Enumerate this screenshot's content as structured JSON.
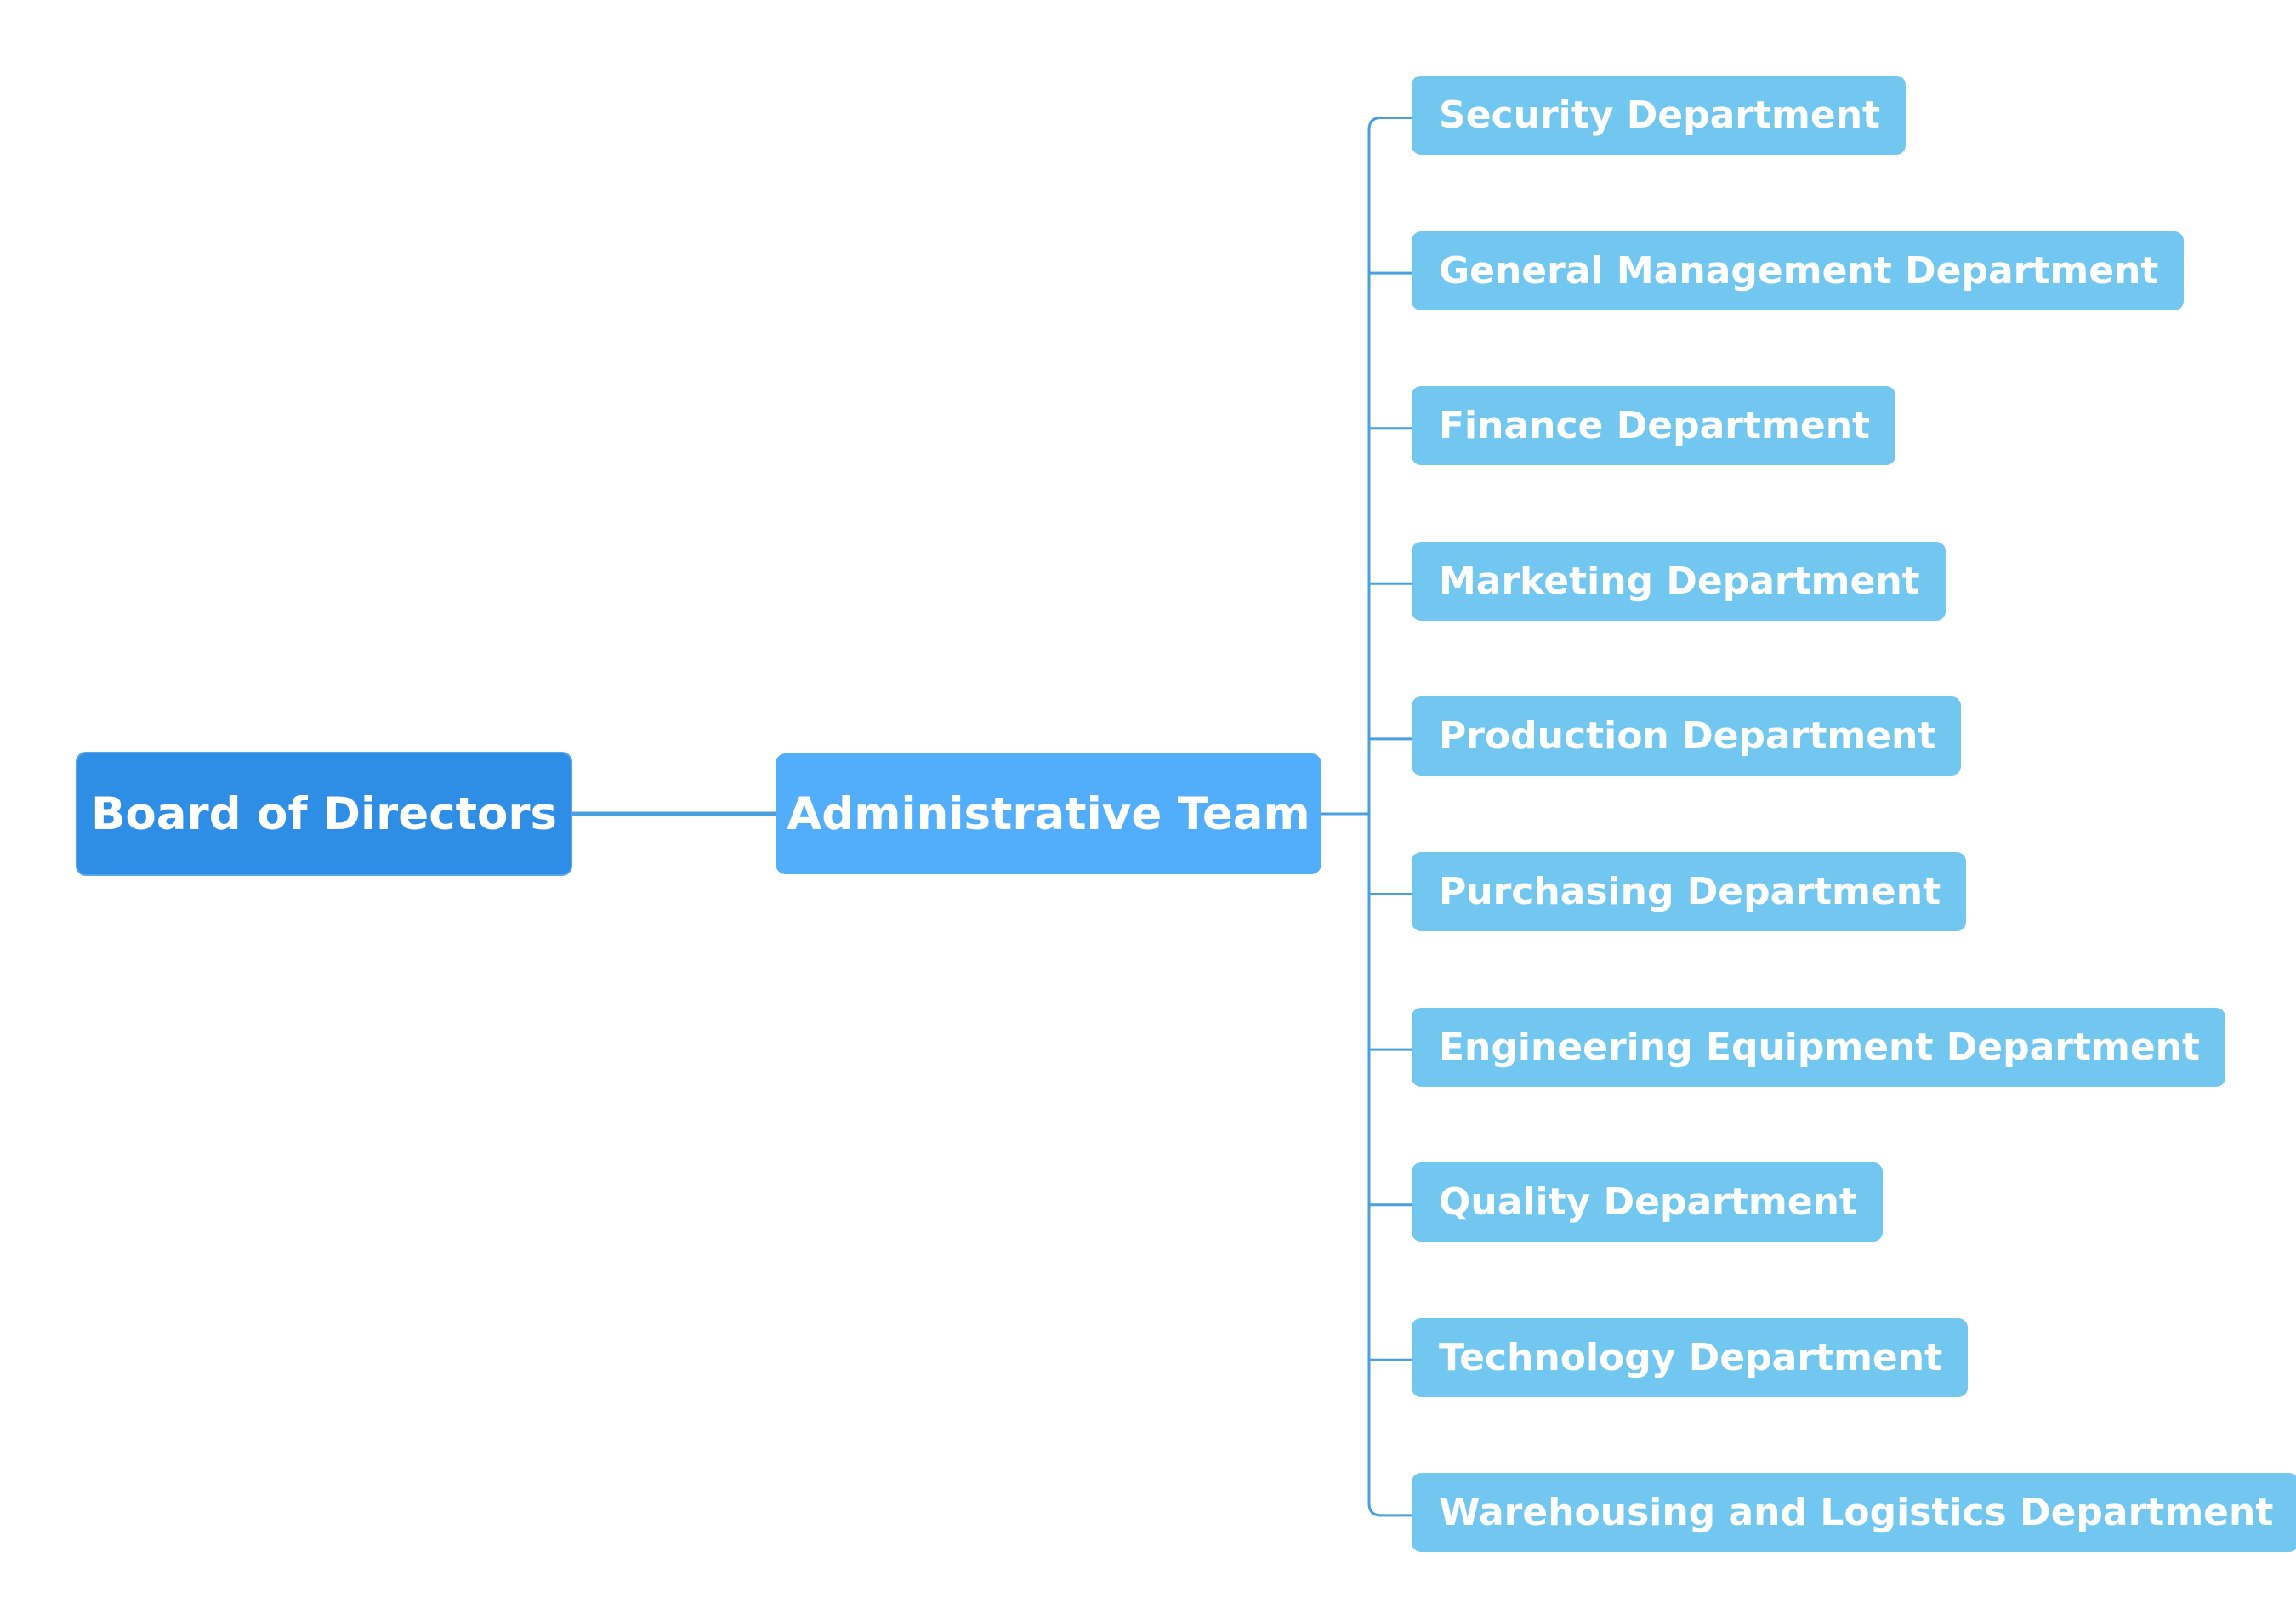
{
  "root": {
    "label": "Board of Directors"
  },
  "middle": {
    "label": "Administrative Team"
  },
  "departments": [
    {
      "label": "Security Department"
    },
    {
      "label": "General Management Department"
    },
    {
      "label": "Finance Department"
    },
    {
      "label": "Marketing Department"
    },
    {
      "label": "Production Department"
    },
    {
      "label": "Purchasing Department"
    },
    {
      "label": "Engineering Equipment Department"
    },
    {
      "label": "Quality Department"
    },
    {
      "label": "Technology Department"
    },
    {
      "label": "Warehousing and Logistics Department"
    }
  ],
  "colors": {
    "root_fill": "#2e8ee6",
    "middle_fill": "#52aefb",
    "leaf_fill": "#72c7f0",
    "connector": "#4a9fe0",
    "text": "#ffffff"
  }
}
